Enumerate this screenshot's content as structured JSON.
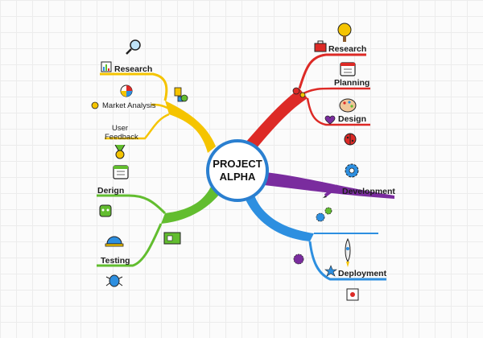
{
  "center": {
    "line1": "PROJECT",
    "line2": "ALPHA"
  },
  "colors": {
    "yellow": "#f5c400",
    "green": "#62bd2f",
    "red": "#dd2a26",
    "purple": "#7a2c9e",
    "blue": "#2d8fe0",
    "center_ring": "#2a7fd0"
  },
  "left_branches": {
    "research": "Research",
    "market_analysis": "Market Analysis",
    "user_feedback_line1": "User",
    "user_feedback_line2": "Feedback",
    "design": "Derign",
    "testing": "Testing"
  },
  "right_branches": {
    "research": "Research",
    "planning": "Planning",
    "design": "Design",
    "development": "Development",
    "deployment": "Deployment"
  },
  "icons": [
    "magnifier-icon",
    "chart-icon",
    "target-icon",
    "tools-icon",
    "medal-icon",
    "calendar-icon",
    "robot-icon",
    "hardhat-icon",
    "bug-icon",
    "blueprint-icon",
    "tree-icon",
    "toolbox-icon",
    "planner-icon",
    "palette-icon",
    "heart-icon",
    "gears-icon",
    "lady-bug-icon",
    "gear-icon",
    "pencil-icon",
    "cogs-icon",
    "rocket-icon",
    "star-icon",
    "gear-hand-icon",
    "bug-box-icon"
  ]
}
